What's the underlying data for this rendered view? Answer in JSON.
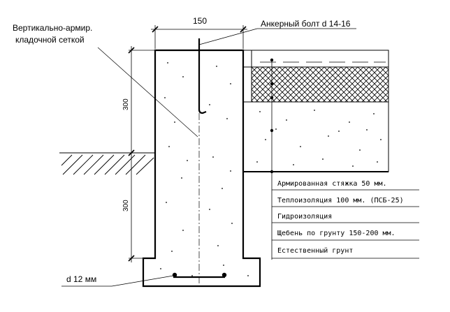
{
  "labels": {
    "wall_reinforced": [
      "Вертикально-армир.",
      "кладочной сеткой"
    ],
    "anchor_bolt": "Анкерный болт d 14-16",
    "dim_top": "150",
    "dim_upper": "300",
    "dim_lower": "300",
    "rebar": "d 12 мм"
  },
  "layers": [
    "Армированная стяжка 50 мм.",
    "Теплоизоляция 100 мм. (ПСБ-25)",
    "Гидроизоляция",
    "Щебень по грунту 150-200 мм.",
    "Естественный грунт"
  ]
}
